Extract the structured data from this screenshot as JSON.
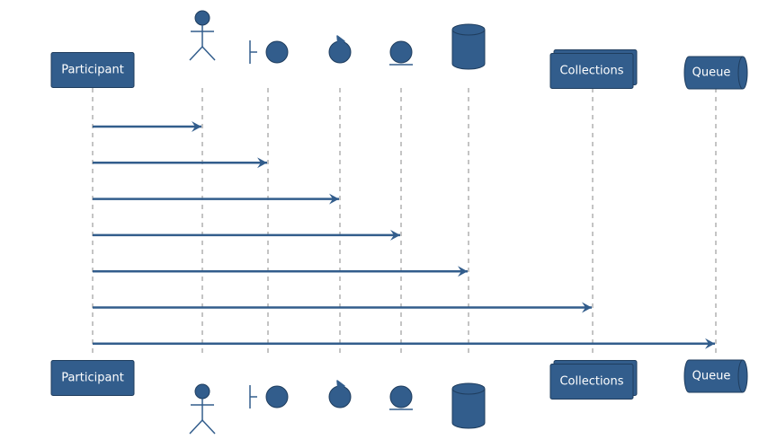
{
  "participants": [
    {
      "id": "participant",
      "kind": "participant",
      "label": "Participant"
    },
    {
      "id": "actor",
      "kind": "actor",
      "label": ""
    },
    {
      "id": "boundary",
      "kind": "boundary",
      "label": ""
    },
    {
      "id": "control",
      "kind": "control",
      "label": ""
    },
    {
      "id": "entity",
      "kind": "entity",
      "label": ""
    },
    {
      "id": "database",
      "kind": "database",
      "label": ""
    },
    {
      "id": "collections",
      "kind": "collections",
      "label": "Collections"
    },
    {
      "id": "queue",
      "kind": "queue",
      "label": "Queue"
    }
  ],
  "messages": [
    {
      "from": "participant",
      "to": "actor",
      "label": ""
    },
    {
      "from": "participant",
      "to": "boundary",
      "label": ""
    },
    {
      "from": "participant",
      "to": "control",
      "label": ""
    },
    {
      "from": "participant",
      "to": "entity",
      "label": ""
    },
    {
      "from": "participant",
      "to": "database",
      "label": ""
    },
    {
      "from": "participant",
      "to": "collections",
      "label": ""
    },
    {
      "from": "participant",
      "to": "queue",
      "label": ""
    }
  ],
  "colors": {
    "fill": "#325d8c",
    "stroke": "#1f3d5e",
    "arrow": "#325d8c",
    "lifeline": "#8a8a8a",
    "text": "#ffffff"
  }
}
